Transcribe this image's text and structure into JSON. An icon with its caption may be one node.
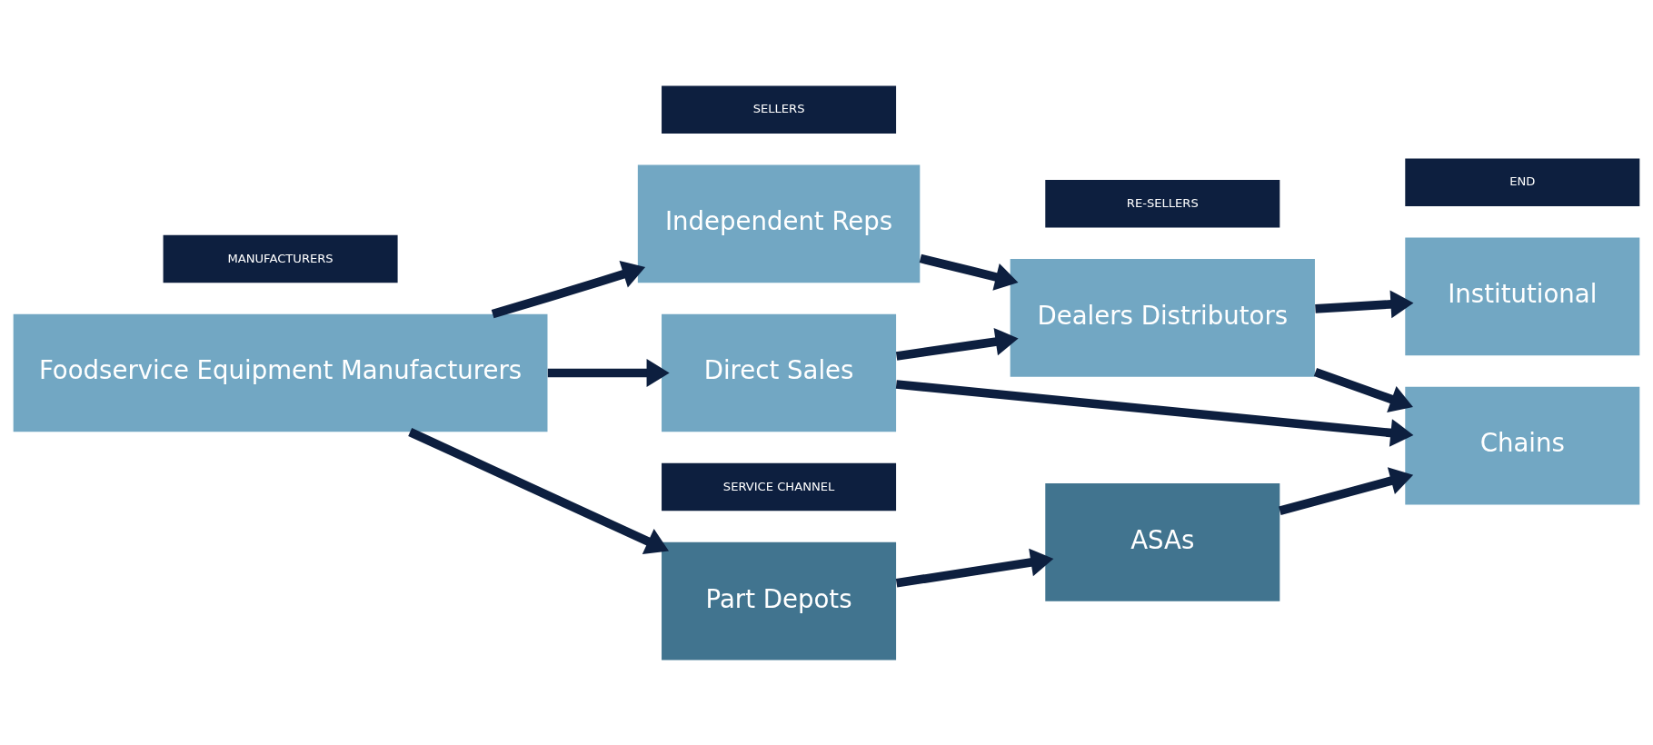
{
  "diagram": {
    "nodes": [
      {
        "text": [
          "MANUFACTURERS"
        ]
      },
      {
        "text": [
          "Foodservice Equipment Manufacturers"
        ]
      },
      {
        "text": [
          "SELLERS"
        ]
      },
      {
        "text": [
          "Independent Reps"
        ]
      },
      {
        "text": [
          "Direct Sales"
        ]
      },
      {
        "text": [
          "RE-SELLERS"
        ]
      },
      {
        "text": [
          "Dealers Distributors"
        ]
      },
      {
        "text": [
          "END"
        ]
      },
      {
        "text": [
          "Institutional"
        ]
      },
      {
        "text": [
          "Chains"
        ]
      },
      {
        "text": [
          "SERVICE CHANNEL"
        ]
      },
      {
        "text": [
          "Part Depots"
        ]
      },
      {
        "text": [
          "ASAs"
        ]
      }
    ],
    "edges": [
      {
        "from": 1,
        "to": 3,
        "arrow": "to"
      },
      {
        "from": 1,
        "to": 4,
        "arrow": "to"
      },
      {
        "from": 3,
        "to": 6,
        "arrow": "to"
      },
      {
        "from": 4,
        "to": 6,
        "arrow": "to"
      },
      {
        "from": 6,
        "to": 8,
        "arrow": "to"
      },
      {
        "from": 6,
        "to": 9,
        "arrow": "to"
      },
      {
        "from": 4,
        "to": 9,
        "arrow": "to"
      },
      {
        "from": 1,
        "to": 11,
        "arrow": "to"
      },
      {
        "from": 11,
        "to": 12,
        "arrow": "to"
      },
      {
        "from": 12,
        "to": 9,
        "arrow": "to"
      }
    ]
  }
}
